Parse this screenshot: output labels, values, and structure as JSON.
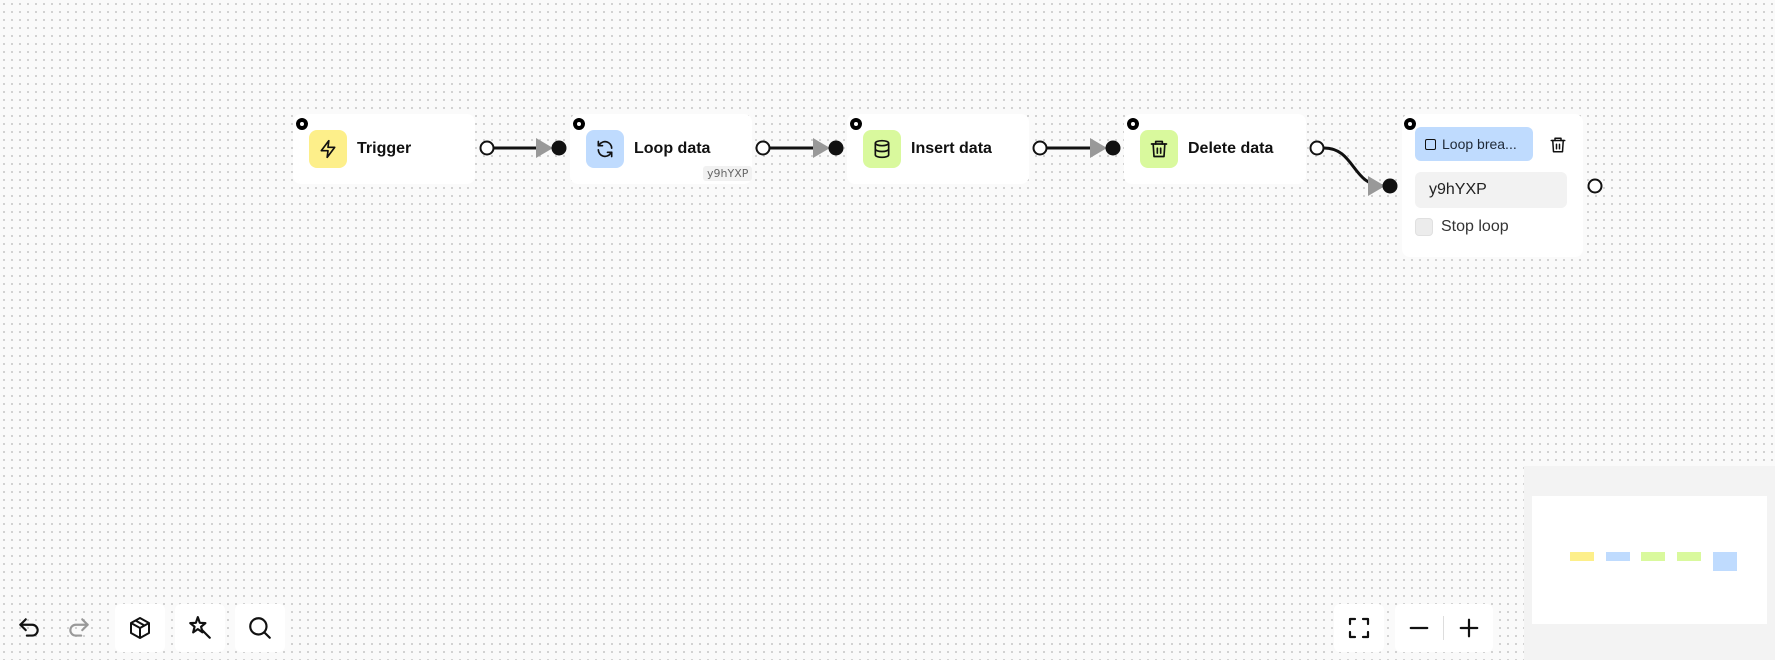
{
  "canvas": {
    "nodes": [
      {
        "id": "trigger",
        "label": "Trigger",
        "icon": "lightning-icon",
        "color": "#fdef8a"
      },
      {
        "id": "loop-data",
        "label": "Loop data",
        "icon": "refresh-icon",
        "color": "#bfdbfe"
      },
      {
        "id": "insert-data",
        "label": "Insert data",
        "icon": "database-icon",
        "color": "#d9f99d"
      },
      {
        "id": "delete-data",
        "label": "Delete data",
        "icon": "trash-icon",
        "color": "#d9f99d"
      }
    ],
    "loop_break": {
      "title": "Loop brea...",
      "header_color": "#bfdbfe",
      "loop_id": "y9hYXP",
      "stop_loop_label": "Stop loop",
      "stop_loop_checked": false
    },
    "edge_tag": "y9hYXP"
  },
  "minimap": {
    "colors": [
      "#fdef8a",
      "#bfdbfe",
      "#d9f99d",
      "#d9f99d",
      "#bfdbfe"
    ]
  },
  "toolbar": {
    "left": [
      "undo-icon",
      "redo-icon",
      "package-icon",
      "magic-wand-icon",
      "search-icon"
    ],
    "right": [
      "fullscreen-icon",
      "zoom-out-icon",
      "zoom-in-icon"
    ]
  }
}
